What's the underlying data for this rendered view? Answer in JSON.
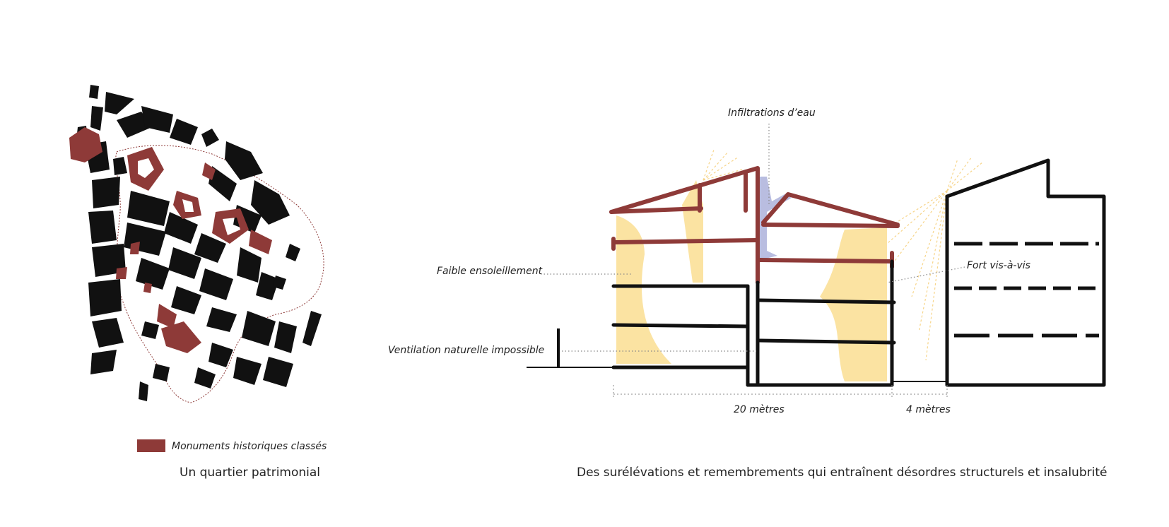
{
  "colors": {
    "ink": "#111111",
    "monument": "#8e3a38",
    "sun": "#fbe3a2",
    "water": "#b9bde0",
    "dotted": "#888888"
  },
  "map": {
    "legend_label": "Monuments historiques classés",
    "caption": "Un quartier patrimonial"
  },
  "section": {
    "labels": {
      "infiltrations": "Infiltrations d’eau",
      "faible_ensoleillement": "Faible ensoleillement",
      "ventilation": "Ventilation naturelle impossible",
      "vis_a_vis": "Fort vis-à-vis"
    },
    "dimensions": {
      "depth": "20 mètres",
      "street": "4 mètres"
    },
    "caption": "Des surélévations et remembrements qui entraînent désordres structurels et insalubrité"
  }
}
